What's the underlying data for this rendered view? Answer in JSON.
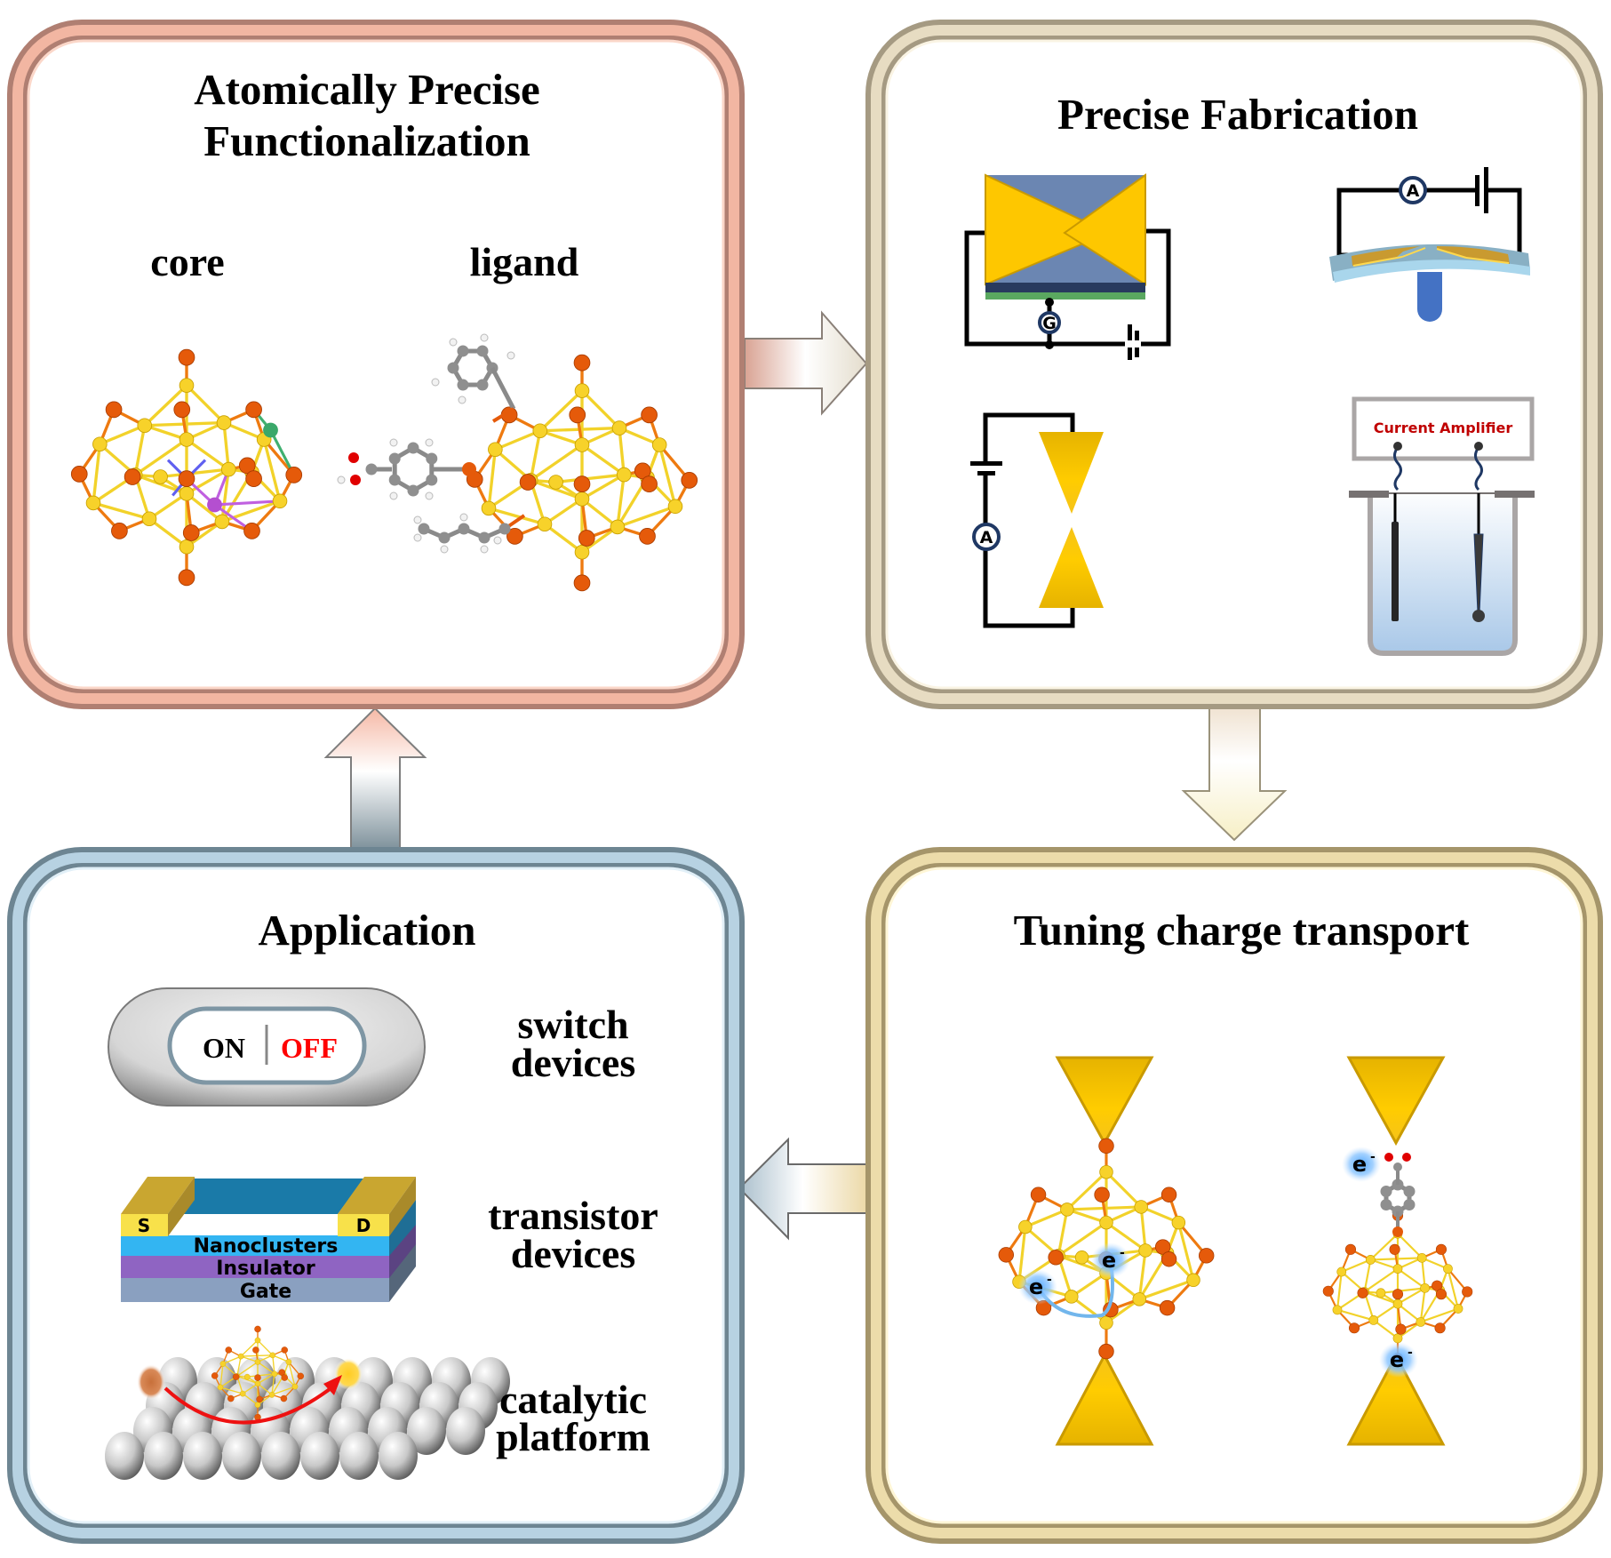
{
  "figure": {
    "panels": {
      "functionalization": {
        "title_line1": "Atomically Precise",
        "title_line2": "Functionalization",
        "labels": {
          "core": "core",
          "ligand": "ligand"
        },
        "border_color": "#e8a898"
      },
      "fabrication": {
        "title": "Precise Fabrication",
        "setups": [
          {
            "name": "gated-junction",
            "meter_label": "G"
          },
          {
            "name": "break-junction",
            "meter_label": "A"
          },
          {
            "name": "tip-junction",
            "meter_label": "A"
          },
          {
            "name": "electrochemical-cell",
            "box_label": "Current Amplifier"
          }
        ],
        "label_color": "#c00000",
        "border_color": "#d9ccb0"
      },
      "transport": {
        "title": "Tuning charge transport",
        "electron_label": "e",
        "electron_sup": "-",
        "border_color": "#e2cf98"
      },
      "application": {
        "title": "Application",
        "items": [
          {
            "label_line1": "switch",
            "label_line2": "devices"
          },
          {
            "label_line1": "transistor",
            "label_line2": "devices"
          },
          {
            "label_line1": "catalytic",
            "label_line2": "platform"
          }
        ],
        "switch": {
          "on": "ON",
          "off": "OFF",
          "off_color": "#ff0000"
        },
        "transistor": {
          "source": "S",
          "drain": "D",
          "layers": [
            "Nanoclusters",
            "Insulator",
            "Gate"
          ]
        },
        "border_color": "#a9c4d6"
      }
    },
    "flow_arrows": [
      "functionalization-to-fabrication",
      "fabrication-to-transport",
      "transport-to-application",
      "application-to-functionalization"
    ]
  }
}
